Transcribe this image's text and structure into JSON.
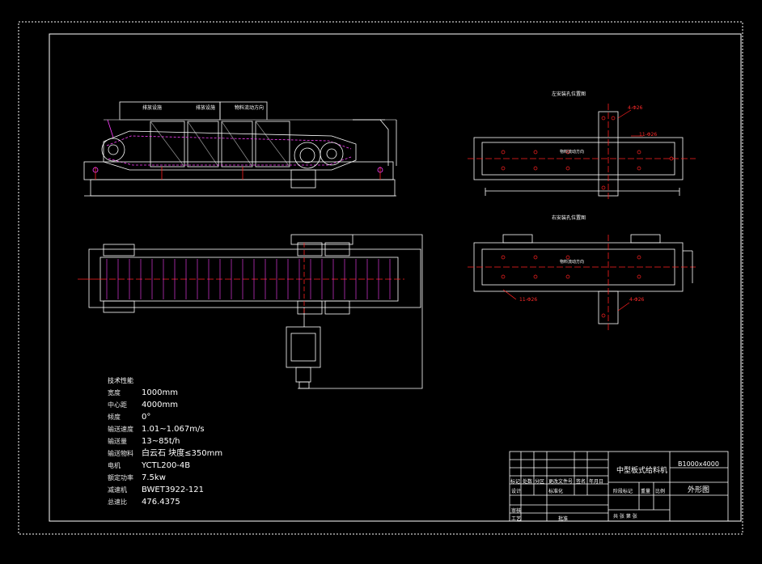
{
  "colors": {
    "background": "#000000",
    "frame": "#ffffff",
    "red": "#ff2020",
    "magenta": "#ff40ff",
    "cyan": "#40ffff",
    "grey": "#9a9a9a"
  },
  "views": {
    "top_right_title": "左安装孔位置图",
    "bottom_right_title": "右安装孔位置图",
    "elevation_labels": [
      "排放设施",
      "排放设施",
      "物料流动方向"
    ],
    "hole_label_a": "4-Φ26",
    "hole_label_b": "11-Φ26",
    "plan_note": "物料流动方向"
  },
  "specs": {
    "title": "技术性能",
    "rows": [
      {
        "key": "宽度",
        "value": "1000mm"
      },
      {
        "key": "中心距",
        "value": "4000mm"
      },
      {
        "key": "倾度",
        "value": "0°"
      },
      {
        "key": "输送速度",
        "value": "1.01~1.067m/s"
      },
      {
        "key": "输送量",
        "value": "13~85t/h"
      },
      {
        "key": "输送物料",
        "value": "白云石    块度≤350mm"
      },
      {
        "key": "电机",
        "value": "YCTL200-4B"
      },
      {
        "key": "额定功率",
        "value": "7.5kw"
      },
      {
        "key": "减速机",
        "value": "BWET3922-121"
      },
      {
        "key": "总速比",
        "value": "476.4375"
      }
    ]
  },
  "title_block": {
    "name": "中型板式给料机",
    "model": "B1000x4000",
    "drawing": "外形图",
    "headers": [
      "标记",
      "处数",
      "分区",
      "更改文件号",
      "签名",
      "年月日"
    ],
    "design": "设计",
    "standard": "标准化",
    "stage_mark": "阶段标记",
    "weight": "重量",
    "scale": "比例",
    "review": "审核",
    "process": "工艺",
    "approve": "批准",
    "sheets": "共  张  第  张"
  }
}
